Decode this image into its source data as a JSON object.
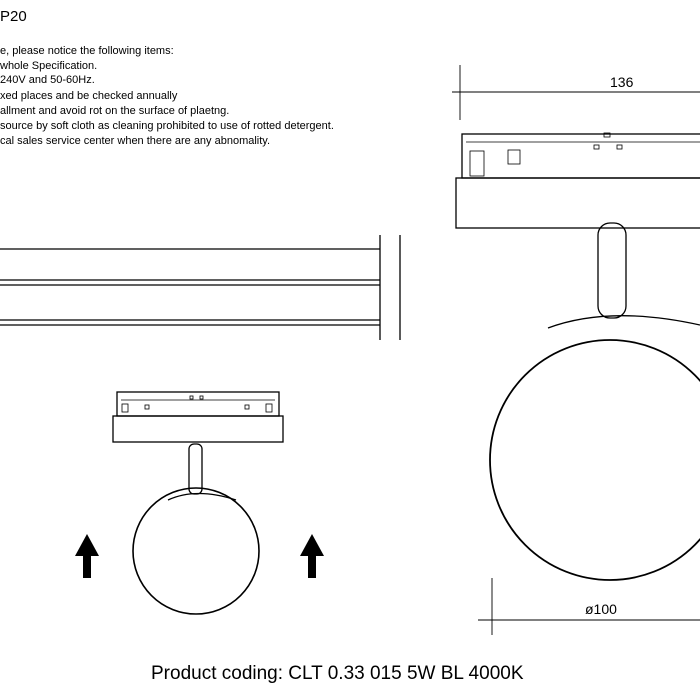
{
  "header": {
    "title": "P20"
  },
  "notes": [
    "e, please notice the following items:",
    "whole Specification.",
    "240V and 50-60Hz.",
    "xed places and be checked annually",
    "allment and avoid rot on the surface of plaetng.",
    "source by soft cloth as cleaning prohibited to use of rotted detergent.",
    "cal sales service center when there are any abnomality."
  ],
  "dimensions": {
    "width": "136",
    "diameter": "ø100"
  },
  "footer": {
    "product_coding": "Product coding: CLT 0.33 015 5W BL 4000K"
  }
}
